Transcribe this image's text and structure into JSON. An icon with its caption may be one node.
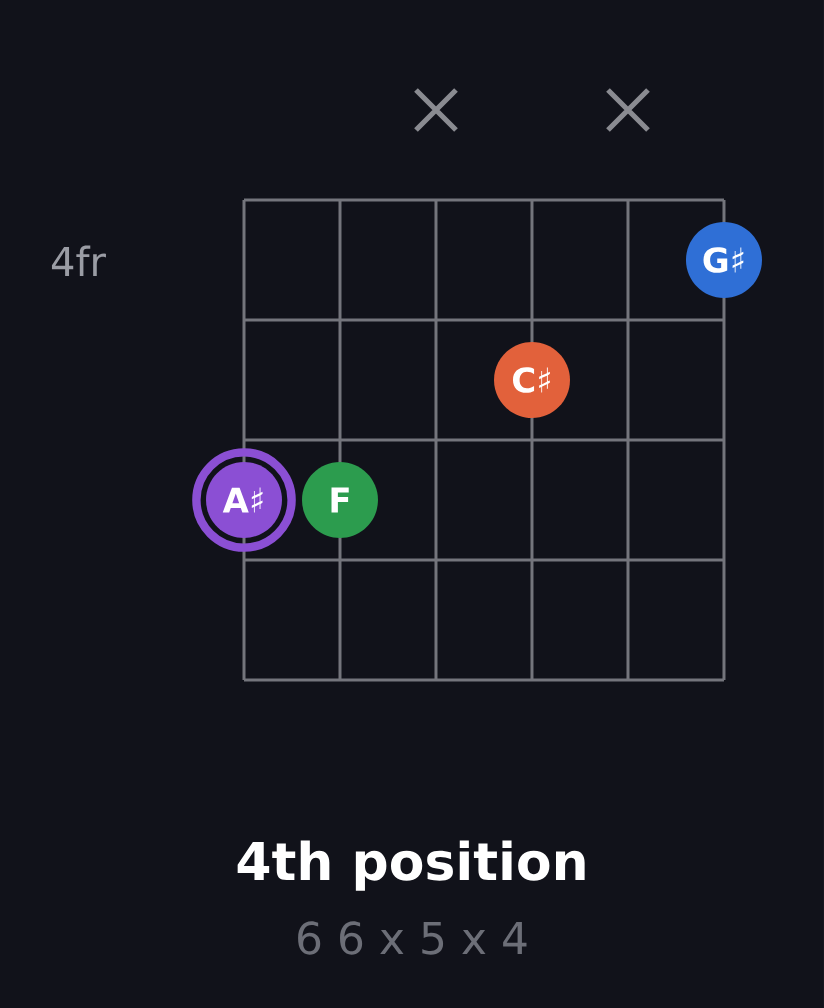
{
  "diagram": {
    "title": "4th position",
    "caption": "6 6 x 5 x 4",
    "nodes": [
      {
        "text": [
          "G♯"
        ]
      },
      {
        "text": [
          "C♯"
        ]
      },
      {
        "text": [
          "A♯"
        ]
      },
      {
        "text": [
          "F"
        ]
      }
    ],
    "labels": [
      "4fr"
    ]
  }
}
